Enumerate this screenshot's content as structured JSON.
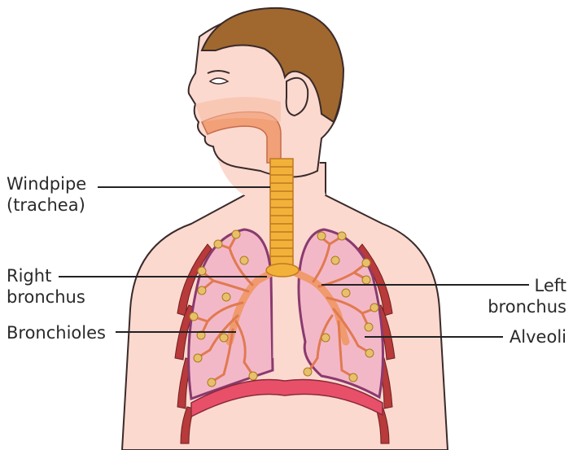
{
  "labels": {
    "windpipe": {
      "line1": "Windpipe",
      "line2": "(trachea)"
    },
    "right_bronchus": {
      "line1": "Right",
      "line2": "bronchus"
    },
    "bronchioles": {
      "line1": "Bronchioles"
    },
    "left_bronchus": {
      "line1": "Left",
      "line2": "bronchus"
    },
    "alveoli": {
      "line1": "Alveoli"
    }
  },
  "colors": {
    "skin": "#fbd9cf",
    "skin_outline": "#3a2a2a",
    "hair": "#a0682e",
    "airway": "#f09a6e",
    "trachea_rings": "#f2b23a",
    "lung_fill": "#f3b8c8",
    "lung_outline": "#8a3a6e",
    "alveoli": "#e9c06a",
    "rib": "#b83a3a",
    "diaphragm": "#e8506a"
  }
}
